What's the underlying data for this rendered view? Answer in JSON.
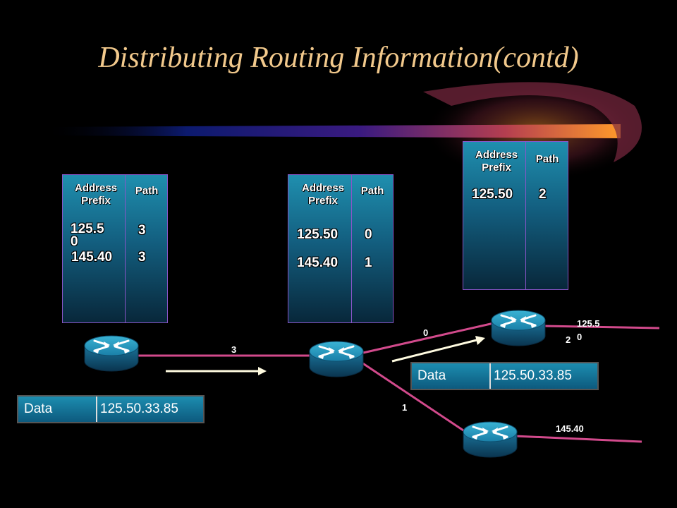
{
  "slide": {
    "title": "Distributing Routing Information(contd)"
  },
  "tables": {
    "left": {
      "header_prefix": "Address Prefix",
      "header_path": "Path",
      "rows": [
        {
          "prefix": "125.5\n0",
          "path": "3"
        },
        {
          "prefix": "145.40",
          "path": "3"
        }
      ]
    },
    "middle": {
      "header_prefix": "Address Prefix",
      "header_path": "Path",
      "rows": [
        {
          "prefix": "125.50",
          "path": "0"
        },
        {
          "prefix": "145.40",
          "path": "1"
        }
      ]
    },
    "right": {
      "header_prefix": "Address Prefix",
      "header_path": "Path",
      "rows": [
        {
          "prefix": "125.50",
          "path": "2"
        }
      ]
    }
  },
  "links": {
    "left_to_middle": "3",
    "middle_to_top": "0",
    "middle_to_bottom": "1",
    "top_router_port": "2"
  },
  "networks": {
    "top": "125.5\n0",
    "bottom": "145.40"
  },
  "packets": {
    "first": {
      "data": "Data",
      "address": "125.50.33.85"
    },
    "second": {
      "data": "Data",
      "address": "125.50.33.85"
    }
  },
  "colors": {
    "title": "#f2c98c",
    "link": "#d24a8c",
    "table_border": "#8a55c8"
  }
}
